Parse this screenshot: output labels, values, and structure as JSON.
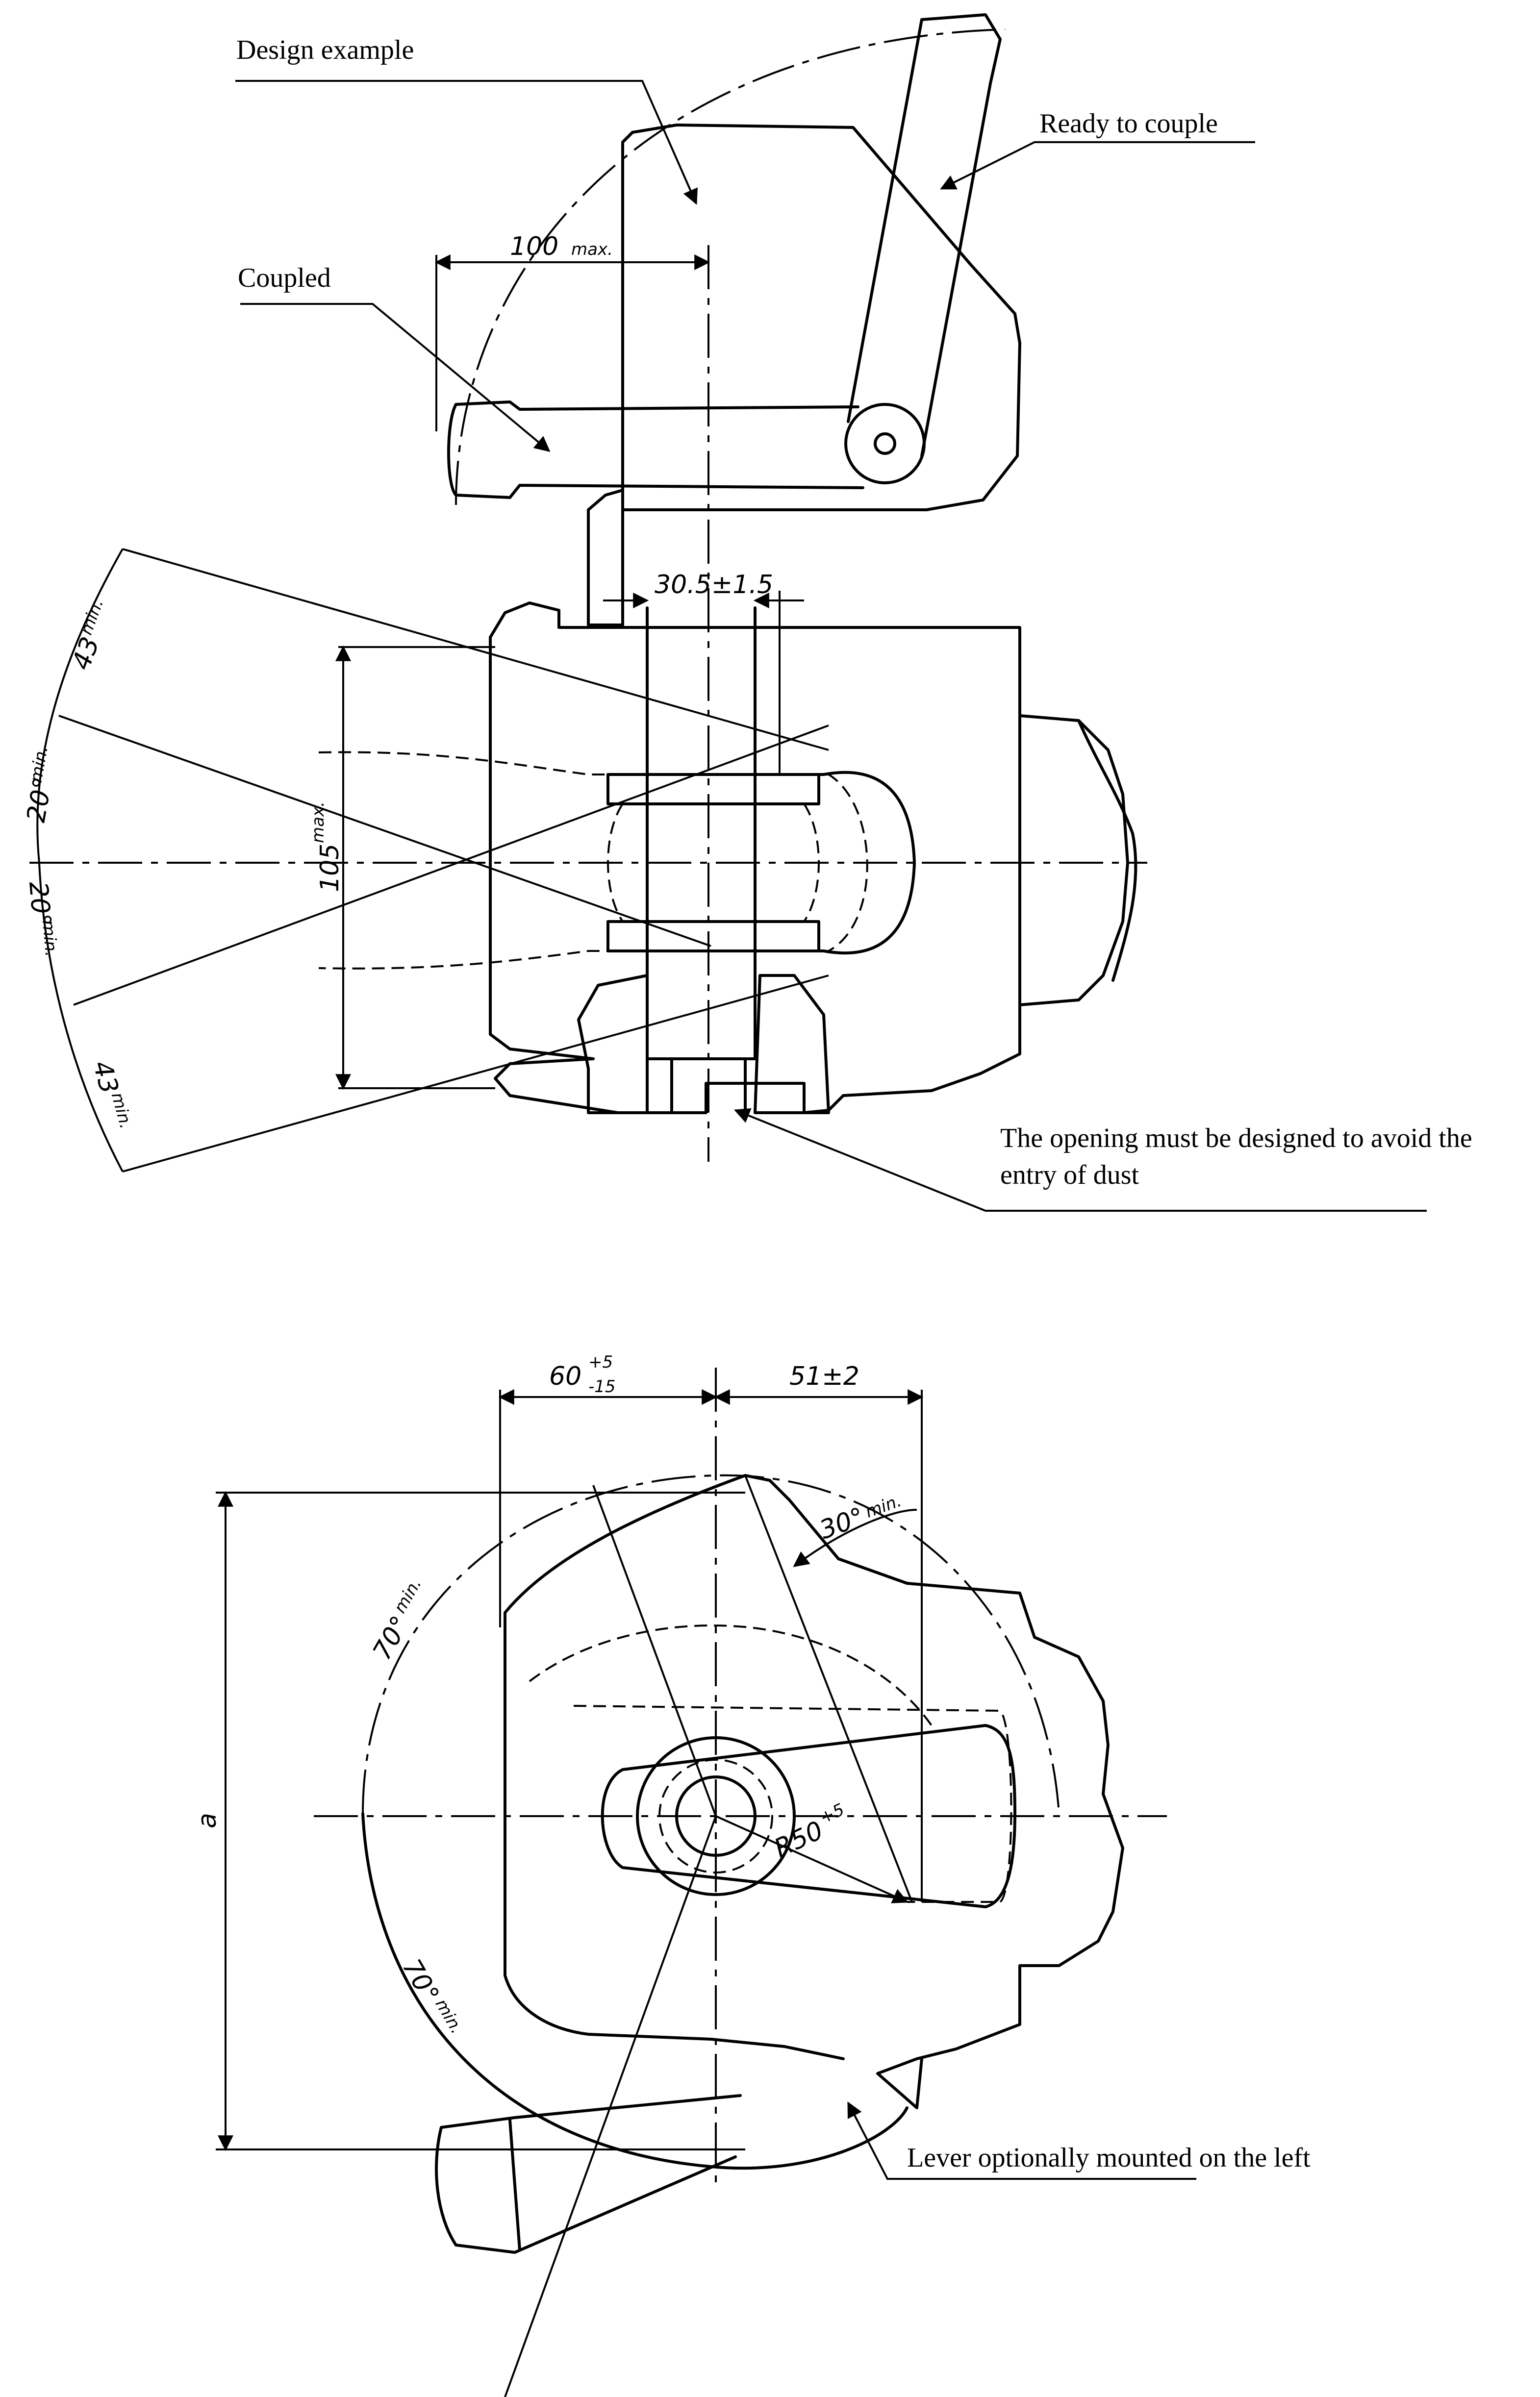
{
  "callouts": {
    "design_example": "Design example",
    "ready_to_couple": "Ready to couple",
    "coupled": "Coupled",
    "opening_line1": "The opening must be designed to avoid the",
    "opening_line2": "entry of dust",
    "lever_left": "Lever optionally mounted on the left"
  },
  "dimensions": {
    "top_100": "100",
    "top_100_tol": "max.",
    "top_30_5": "30.5±1.5",
    "top_105": "105",
    "top_105_tol": "max.",
    "angle_43_upper": "43",
    "angle_43_upper_tol": "min.",
    "angle_20_upper": "20°",
    "angle_20_upper_tol": "min.",
    "angle_20_lower": "20°",
    "angle_20_lower_tol": "min.",
    "angle_43_lower": "43",
    "angle_43_lower_tol": "min.",
    "bot_60": "60",
    "bot_60_tol_plus": "+5",
    "bot_60_tol_minus": "-15",
    "bot_51": "51±2",
    "bot_30": "30°",
    "bot_30_tol": "min.",
    "bot_70_upper": "70°",
    "bot_70_upper_tol": "min.",
    "bot_70_lower": "70°",
    "bot_70_lower_tol": "min.",
    "bot_r50": "R50",
    "bot_r50_tol": "+5",
    "bot_a": "a"
  }
}
